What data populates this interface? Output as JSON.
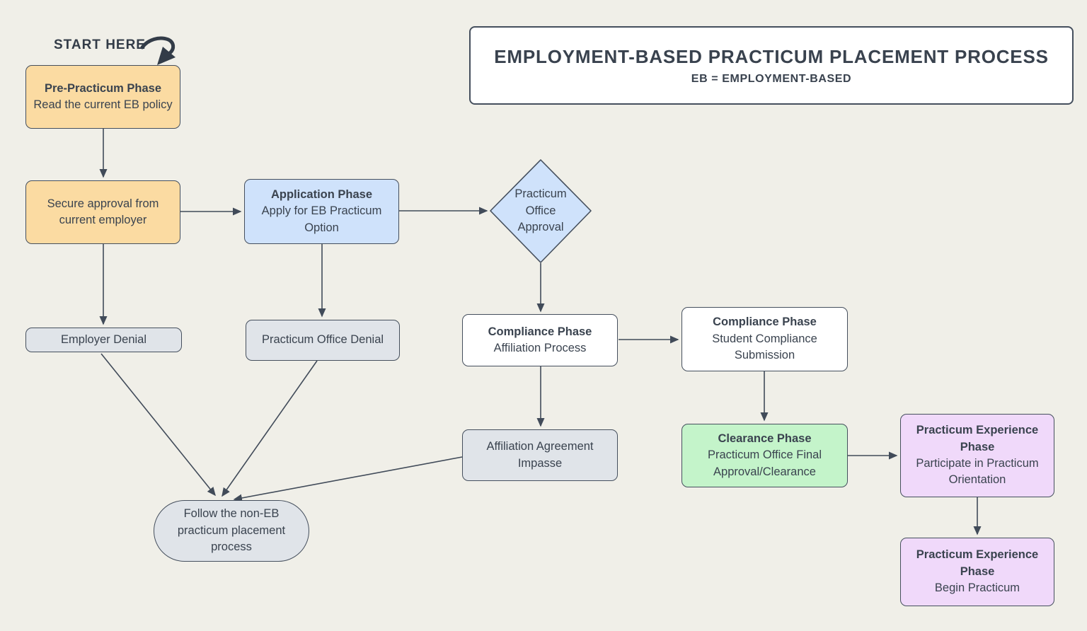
{
  "title": {
    "heading": "EMPLOYMENT-BASED PRACTICUM PLACEMENT PROCESS",
    "subtitle": "EB = EMPLOYMENT-BASED"
  },
  "start_label": "START HERE",
  "nodes": {
    "pre_practicum": {
      "header": "Pre-Practicum Phase",
      "body": "Read the current EB policy"
    },
    "secure_approval": {
      "body": "Secure approval from current employer"
    },
    "application": {
      "header": "Application Phase",
      "body": "Apply for EB Practicum Option"
    },
    "office_approval": {
      "body": "Practicum Office Approval"
    },
    "employer_denial": {
      "body": "Employer Denial"
    },
    "office_denial": {
      "body": "Practicum Office Denial"
    },
    "compliance_affiliation": {
      "header": "Compliance Phase",
      "body": "Affiliation Process"
    },
    "compliance_submission": {
      "header": "Compliance Phase",
      "body": "Student Compliance Submission"
    },
    "affiliation_impasse": {
      "body": "Affiliation Agreement Impasse"
    },
    "clearance": {
      "header": "Clearance Phase",
      "body": "Practicum Office Final Approval/Clearance"
    },
    "orientation": {
      "header": "Practicum Experience Phase",
      "body": "Participate in Practicum Orientation"
    },
    "begin_practicum": {
      "header": "Practicum Experience Phase",
      "body": "Begin Practicum"
    },
    "non_eb_process": {
      "body": "Follow the non-EB practicum placement process"
    }
  },
  "colors": {
    "background": "#F0EFE8",
    "node_border": "#454F5D",
    "text": "#3A434F",
    "phase_orange": "#FBDBA2",
    "phase_blue": "#CFE2FB",
    "neutral_gray": "#E0E4E9",
    "phase_white": "#FFFFFF",
    "phase_green": "#C4F4CA",
    "phase_purple": "#F0D9FA",
    "arrow": "#414B59"
  }
}
